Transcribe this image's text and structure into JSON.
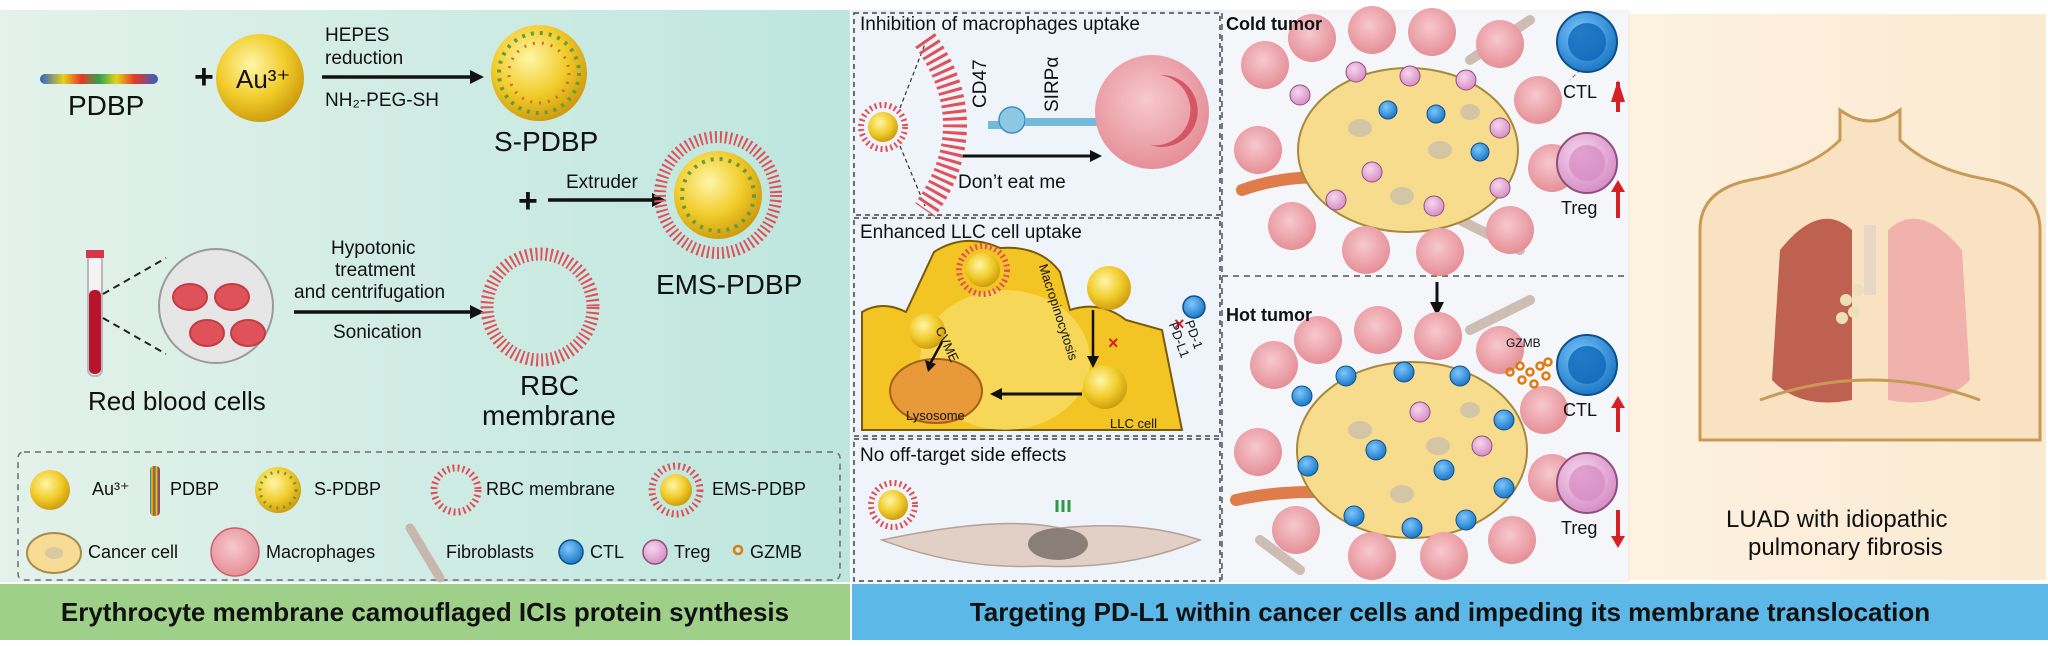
{
  "synthesis": {
    "pdbp": "PDBP",
    "au_ion": "Au³⁺",
    "hepes": "HEPES",
    "reduction": "reduction",
    "peg": "NH₂-PEG-SH",
    "spdbp": "S-PDBP",
    "extruder": "Extruder",
    "emspdbp": "EMS-PDBP",
    "hypotonic": "Hypotonic",
    "treatment": "treatment",
    "centrifugation": "and centrifugation",
    "sonication": "Sonication",
    "red_blood_cells": "Red blood cells",
    "rbc": "RBC",
    "membrane": "membrane",
    "plus": "+"
  },
  "legend": {
    "au": "Au³⁺",
    "pdbp": "PDBP",
    "spdbp": "S-PDBP",
    "rbc_membrane": "RBC membrane",
    "emspdbp": "EMS-PDBP",
    "cancer_cell": "Cancer cell",
    "macrophages": "Macrophages",
    "fibroblasts": "Fibroblasts",
    "ctl": "CTL",
    "treg": "Treg",
    "gzmb": "GZMB"
  },
  "panels": {
    "inhibition_title": "Inhibition of macrophages uptake",
    "cd47": "CD47",
    "sirpa": "SIRPα",
    "dont_eat": "Don’t eat me",
    "enhanced_title": "Enhanced LLC cell uptake",
    "cvme": "CVME",
    "macropinocytosis": "Macropinocytosis",
    "lysosome": "Lysosome",
    "llc_cell": "LLC cell",
    "pd1": "PD-1",
    "pdl1": "PD-L1",
    "offtarget_title": "No off-target side effects"
  },
  "tumor": {
    "cold": "Cold tumor",
    "hot": "Hot tumor",
    "ctl": "CTL",
    "treg": "Treg",
    "gzmb": "GZMB"
  },
  "luad": {
    "line1": "LUAD with idiopathic",
    "line2": "pulmonary fibrosis"
  },
  "banners": {
    "left": "Erythrocyte membrane camouflaged ICIs protein synthesis",
    "right": "Targeting PD-L1 within cancer cells and impeding its membrane translocation"
  },
  "colors": {
    "left_bg_start": "#d9eee4",
    "left_bg_end": "#bfe6dd",
    "left_banner": "#9fd08a",
    "right_banner": "#5cb8e6",
    "gold": "#f1cc2a",
    "rbc_red": "#e0525a",
    "ctl_blue": "#1f8ad8",
    "treg_pink": "#e9a7d6",
    "arrow_red": "#d81f26"
  }
}
